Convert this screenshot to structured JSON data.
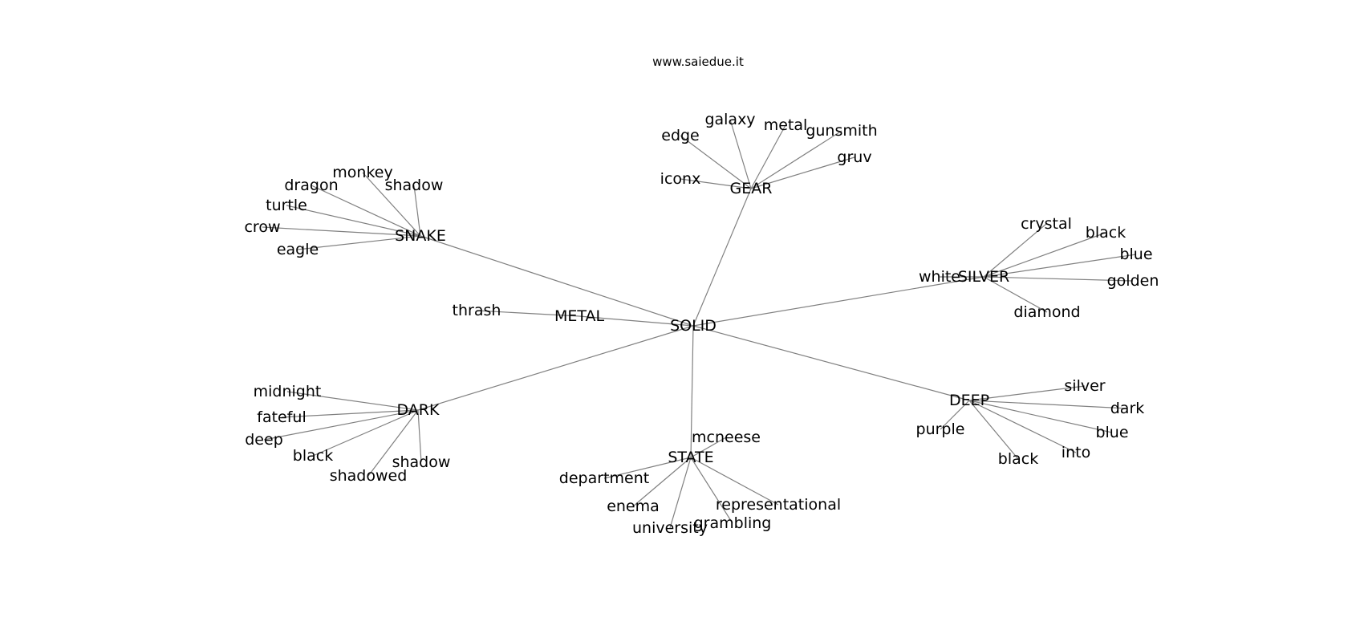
{
  "source": "www.saiedue.it",
  "nodes": [
    {
      "id": "SOLID",
      "label": "SOLID"
    },
    {
      "id": "GEAR",
      "label": "GEAR"
    },
    {
      "id": "SNAKE",
      "label": "SNAKE"
    },
    {
      "id": "SILVER",
      "label": "SILVER"
    },
    {
      "id": "METAL",
      "label": "METAL"
    },
    {
      "id": "DARK",
      "label": "DARK"
    },
    {
      "id": "STATE",
      "label": "STATE"
    },
    {
      "id": "DEEP",
      "label": "DEEP"
    },
    {
      "id": "gear-edge",
      "label": "edge"
    },
    {
      "id": "gear-galaxy",
      "label": "galaxy"
    },
    {
      "id": "gear-metal",
      "label": "metal"
    },
    {
      "id": "gear-gunsmith",
      "label": "gunsmith"
    },
    {
      "id": "gear-gruv",
      "label": "gruv"
    },
    {
      "id": "gear-iconx",
      "label": "iconx"
    },
    {
      "id": "snake-monkey",
      "label": "monkey"
    },
    {
      "id": "snake-dragon",
      "label": "dragon"
    },
    {
      "id": "snake-shadow",
      "label": "shadow"
    },
    {
      "id": "snake-turtle",
      "label": "turtle"
    },
    {
      "id": "snake-crow",
      "label": "crow"
    },
    {
      "id": "snake-eagle",
      "label": "eagle"
    },
    {
      "id": "silver-crystal",
      "label": "crystal"
    },
    {
      "id": "silver-black",
      "label": "black"
    },
    {
      "id": "silver-blue",
      "label": "blue"
    },
    {
      "id": "silver-white",
      "label": "white"
    },
    {
      "id": "silver-golden",
      "label": "golden"
    },
    {
      "id": "silver-diamond",
      "label": "diamond"
    },
    {
      "id": "metal-thrash",
      "label": "thrash"
    },
    {
      "id": "dark-midnight",
      "label": "midnight"
    },
    {
      "id": "dark-fateful",
      "label": "fateful"
    },
    {
      "id": "dark-deep",
      "label": "deep"
    },
    {
      "id": "dark-black",
      "label": "black"
    },
    {
      "id": "dark-shadow",
      "label": "shadow"
    },
    {
      "id": "dark-shadowed",
      "label": "shadowed"
    },
    {
      "id": "state-mcneese",
      "label": "mcneese"
    },
    {
      "id": "state-department",
      "label": "department"
    },
    {
      "id": "state-enema",
      "label": "enema"
    },
    {
      "id": "state-representational",
      "label": "representational"
    },
    {
      "id": "state-grambling",
      "label": "grambling"
    },
    {
      "id": "state-university",
      "label": "university"
    },
    {
      "id": "deep-silver",
      "label": "silver"
    },
    {
      "id": "deep-dark",
      "label": "dark"
    },
    {
      "id": "deep-purple",
      "label": "purple"
    },
    {
      "id": "deep-blue",
      "label": "blue"
    },
    {
      "id": "deep-into",
      "label": "into"
    },
    {
      "id": "deep-black",
      "label": "black"
    }
  ],
  "edges": [
    [
      "SOLID",
      "GEAR"
    ],
    [
      "SOLID",
      "SNAKE"
    ],
    [
      "SOLID",
      "SILVER"
    ],
    [
      "SOLID",
      "METAL"
    ],
    [
      "SOLID",
      "DARK"
    ],
    [
      "SOLID",
      "STATE"
    ],
    [
      "SOLID",
      "DEEP"
    ],
    [
      "GEAR",
      "gear-edge"
    ],
    [
      "GEAR",
      "gear-galaxy"
    ],
    [
      "GEAR",
      "gear-metal"
    ],
    [
      "GEAR",
      "gear-gunsmith"
    ],
    [
      "GEAR",
      "gear-gruv"
    ],
    [
      "GEAR",
      "gear-iconx"
    ],
    [
      "SNAKE",
      "snake-monkey"
    ],
    [
      "SNAKE",
      "snake-dragon"
    ],
    [
      "SNAKE",
      "snake-shadow"
    ],
    [
      "SNAKE",
      "snake-turtle"
    ],
    [
      "SNAKE",
      "snake-crow"
    ],
    [
      "SNAKE",
      "snake-eagle"
    ],
    [
      "SILVER",
      "silver-crystal"
    ],
    [
      "SILVER",
      "silver-black"
    ],
    [
      "SILVER",
      "silver-blue"
    ],
    [
      "SILVER",
      "silver-white"
    ],
    [
      "SILVER",
      "silver-golden"
    ],
    [
      "SILVER",
      "silver-diamond"
    ],
    [
      "METAL",
      "metal-thrash"
    ],
    [
      "DARK",
      "dark-midnight"
    ],
    [
      "DARK",
      "dark-fateful"
    ],
    [
      "DARK",
      "dark-deep"
    ],
    [
      "DARK",
      "dark-black"
    ],
    [
      "DARK",
      "dark-shadow"
    ],
    [
      "DARK",
      "dark-shadowed"
    ],
    [
      "STATE",
      "state-mcneese"
    ],
    [
      "STATE",
      "state-department"
    ],
    [
      "STATE",
      "state-enema"
    ],
    [
      "STATE",
      "state-representational"
    ],
    [
      "STATE",
      "state-grambling"
    ],
    [
      "STATE",
      "state-university"
    ],
    [
      "DEEP",
      "deep-silver"
    ],
    [
      "DEEP",
      "deep-dark"
    ],
    [
      "DEEP",
      "deep-purple"
    ],
    [
      "DEEP",
      "deep-blue"
    ],
    [
      "DEEP",
      "deep-into"
    ],
    [
      "DEEP",
      "deep-black"
    ]
  ],
  "colors": {
    "edge": "#808080",
    "label": "#000000",
    "background": "#ffffff"
  }
}
